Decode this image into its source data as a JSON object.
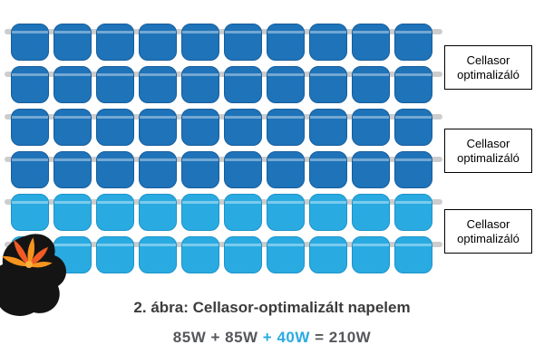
{
  "panel": {
    "rows": [
      {
        "shade": "dark"
      },
      {
        "shade": "dark"
      },
      {
        "shade": "dark"
      },
      {
        "shade": "dark"
      },
      {
        "shade": "light"
      },
      {
        "shade": "light"
      }
    ],
    "cols": 10,
    "colors": {
      "dark": "#1E73B9",
      "light": "#29ABE2",
      "bus": "#CDCDCD"
    }
  },
  "optimizers": [
    {
      "line1": "Cellasor",
      "line2": "optimalizáló"
    },
    {
      "line1": "Cellasor",
      "line2": "optimalizáló"
    },
    {
      "line1": "Cellasor",
      "line2": "optimalizáló"
    }
  ],
  "caption": "2. ábra: Cellasor-optimalizált napelem",
  "formula": {
    "left": "85W + 85W",
    "highlight": " + 40W",
    "right": " = 210W",
    "highlight_color": "#29ABE2"
  }
}
